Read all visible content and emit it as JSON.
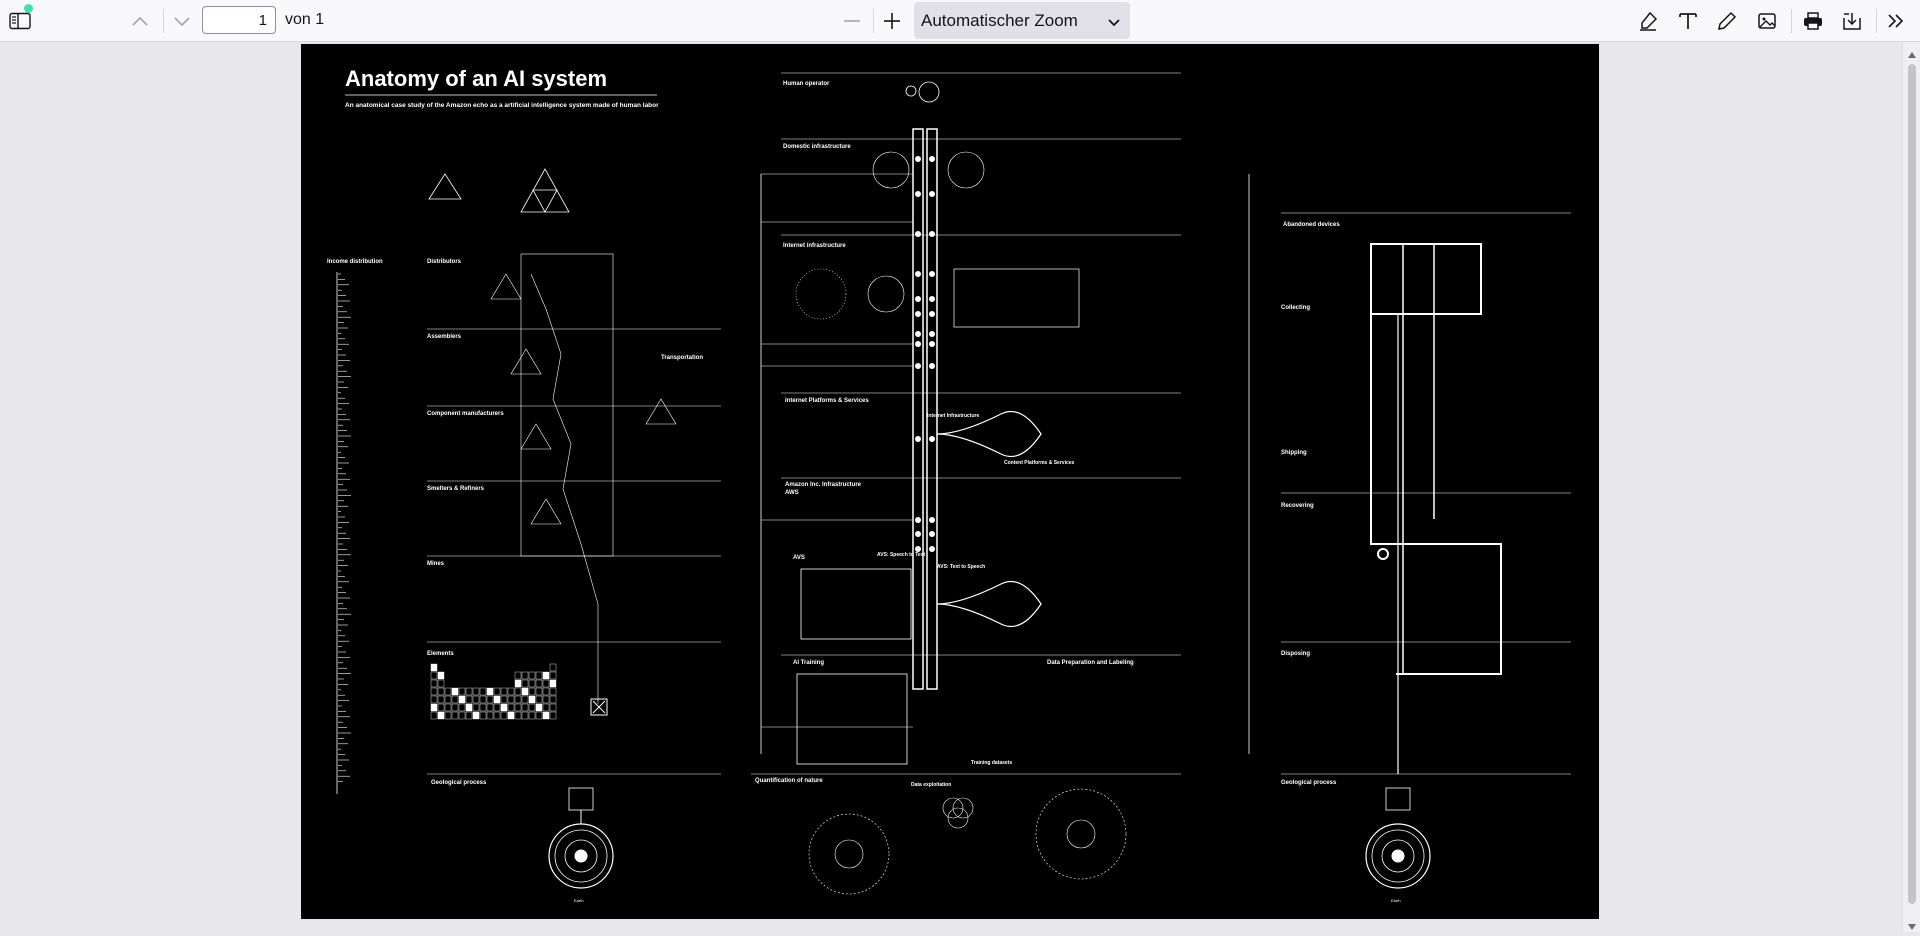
{
  "toolbar": {
    "sidebar_toggle_icon": "sidebar-toggle-icon",
    "page_number_value": "1",
    "page_count_label": "von 1",
    "zoom_value": "Automatischer Zoom",
    "tools": [
      "highlight-icon",
      "text-icon",
      "draw-icon",
      "image-icon",
      "print-icon",
      "save-icon",
      "more-tools-icon"
    ]
  },
  "document": {
    "title": "Anatomy of an AI system",
    "subtitle": "An anatomical case study of the Amazon echo as a artificial intelligence system made of human labor",
    "left_sections": [
      "Income distribution",
      "Distributors",
      "Assemblers",
      "Component manufacturers",
      "Smelters & Refiners",
      "Mines",
      "Elements",
      "Geological process"
    ],
    "center_sections": [
      "Human operator",
      "Domestic infrastructure",
      "Internet infrastructure",
      "Internet Platforms & Services",
      "Amazon Inc. Infrastructure",
      "AWS",
      "AVS",
      "AI Training",
      "Data Preparation and Labeling",
      "Quantification of nature",
      "Data exploitation"
    ],
    "right_sections": [
      "Abandoned devices",
      "Collecting",
      "Shipping",
      "Recovering",
      "Disposing",
      "Geological process"
    ],
    "misc_labels": {
      "transportation": "Transportation",
      "content_platforms": "Content Platforms & Services",
      "internet_infrastructure_small": "Internet Infrastructure",
      "avs_speech_to_text": "AVS: Speech to Text",
      "avs_text_to_speech": "AVS: Text to Speech",
      "training_datasets": "Training datasets",
      "earth_left": "Earth",
      "earth_right": "Earth",
      "quant_of_nature": "Quantification of nature"
    }
  }
}
